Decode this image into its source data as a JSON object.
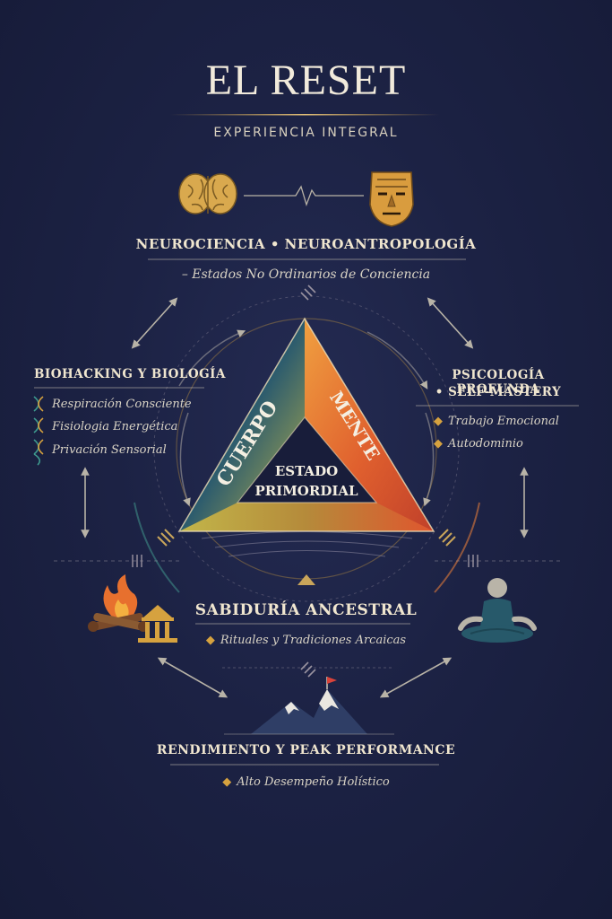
{
  "title": "EL RESET",
  "subtitle": "EXPERIENCIA INTEGRAL",
  "top_section": {
    "heading": "NEUROCIENCIA • NEUROANTROPOLOGÍA",
    "note": "– Estados No Ordinarios de Conciencia",
    "icons": [
      "brain-icon",
      "mask-icon"
    ]
  },
  "left_section": {
    "heading": "BIOHACKING Y BIOLOGÍA",
    "items": [
      "Respiración Consciente",
      "Fisiologia Energética",
      "Privación Sensorial"
    ]
  },
  "right_section": {
    "heading_line1": "PSICOLOGÍA PROFUNDA",
    "heading_line2": "• SELF-MASTERY",
    "items": [
      "Trabajo Emocional",
      "Autodominio"
    ]
  },
  "triangle": {
    "left_label": "CUERPO",
    "right_label": "MENTE",
    "center_line1": "ESTADO",
    "center_line2": "PRIMORDIAL"
  },
  "middle_section": {
    "heading": "SABIDURÍA ANCESTRAL",
    "items": [
      "Rituales y Tradiciones Arcaicas"
    ]
  },
  "bottom_section": {
    "heading": "RENDIMIENTO Y PEAK PERFORMANCE",
    "items": [
      "Alto Desempeño Holístico"
    ]
  },
  "colors": {
    "gold": "#d6a23f",
    "background": "#1c2244",
    "teal": "#2f6e78",
    "orange": "#e0743a"
  }
}
